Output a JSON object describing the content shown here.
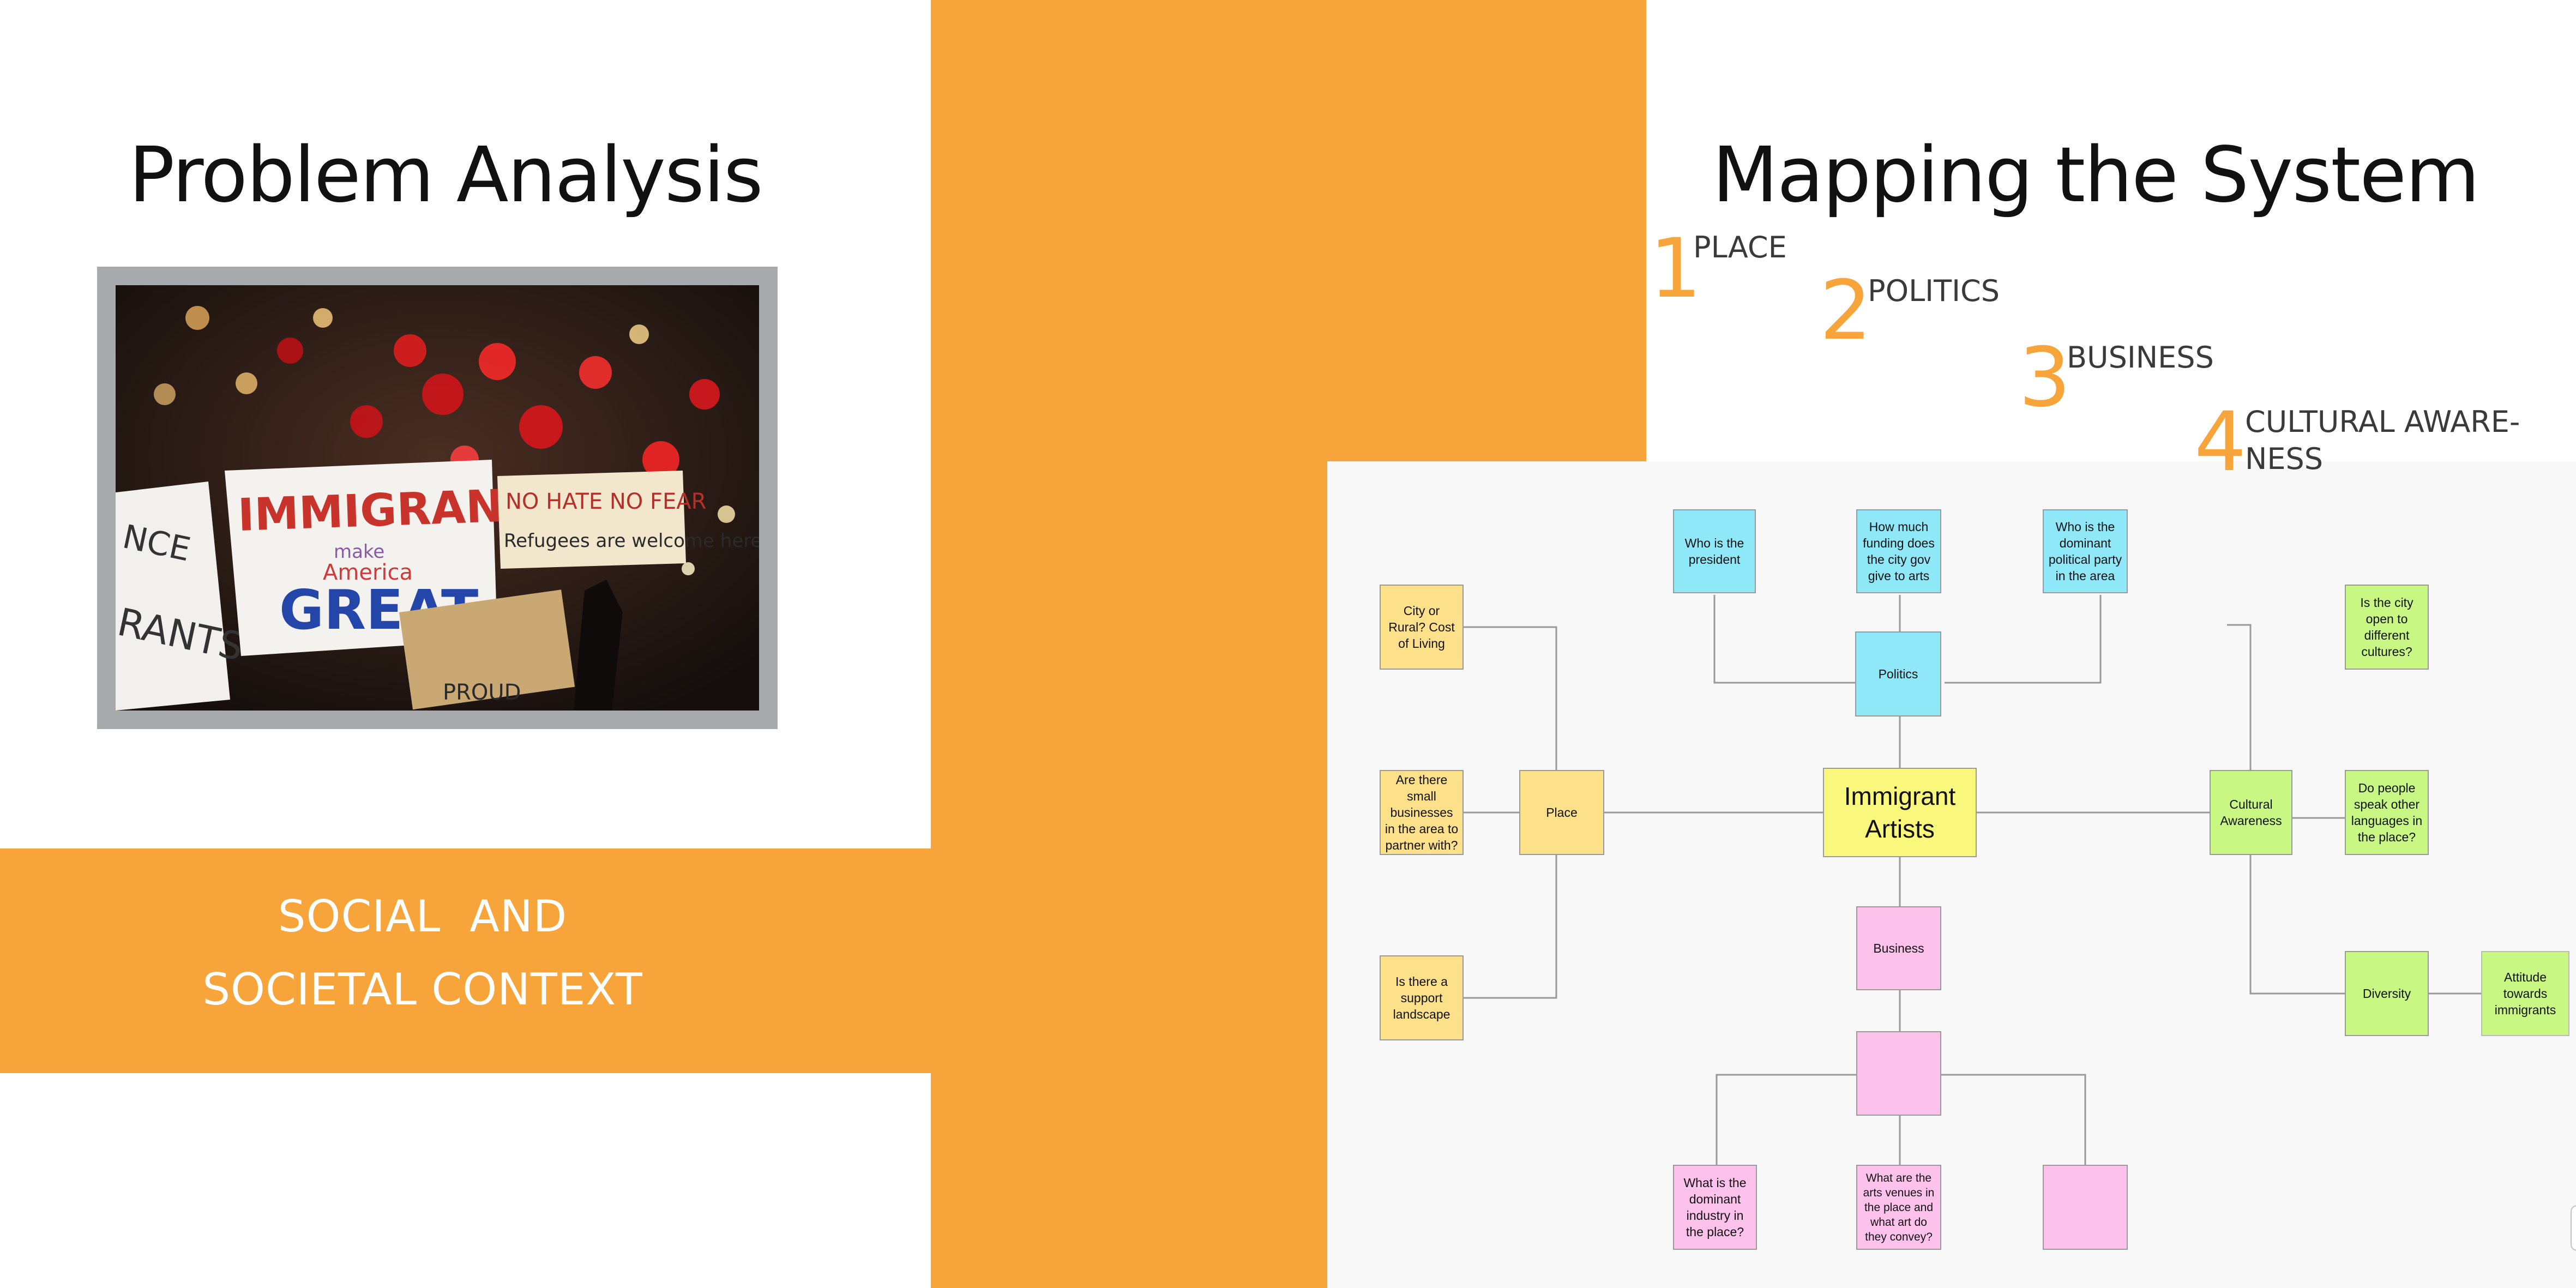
{
  "left": {
    "title": "Problem Analysis",
    "banner_line1": "SOCIAL  AND",
    "banner_line2": "SOCIETAL CONTEXT",
    "photo": {
      "sign_main_1": "IMMIGRANTS",
      "sign_main_2": "make",
      "sign_main_3": "America",
      "sign_main_4": "GREAT",
      "sign_right_1": "NO HATE NO FEAR",
      "sign_right_2": "Refugees are welcome here!",
      "sign_left_1": "NCE",
      "sign_left_2": "RANTS",
      "sign_bottom": "PROUD"
    }
  },
  "right": {
    "title": "Mapping the System",
    "steps": [
      {
        "num": "1",
        "label": "PLACE"
      },
      {
        "num": "2",
        "label": "POLITICS"
      },
      {
        "num": "3",
        "label": "BUSINESS"
      },
      {
        "num": "4",
        "label_line1": "CULTURAL AWARE-",
        "label_line2": "NESS"
      }
    ],
    "map": {
      "center": {
        "line1": "Immigrant",
        "line2": "Artists"
      },
      "politics": "Politics",
      "place": "Place",
      "business": "Business",
      "cultural": "Cultural Awareness",
      "diversity": "Diversity",
      "q_president": "Who is the president",
      "q_funding": "How much funding does the city gov give to arts",
      "q_party": "Who is the dominant political party in the area",
      "q_rural": "City or Rural?  Cost of Living",
      "q_small_biz": "Are there small businesses in the area to partner with?",
      "q_support": "Is there a support landscape",
      "q_open": "Is the city open to different cultures?",
      "q_languages": "Do people speak other languages in the place?",
      "q_attitude": "Attitude towards immigrants",
      "q_industry": "What is the dominant industry in the place?",
      "q_venues": "What are the arts venues in the place and what art do they convey?"
    }
  },
  "colors": {
    "accent": "#F7A43A",
    "cyan": "#8FE8F8",
    "yellow": "#FCE08A",
    "green": "#C8F783",
    "pink": "#FCC2EC",
    "center": "#FAF87C"
  }
}
